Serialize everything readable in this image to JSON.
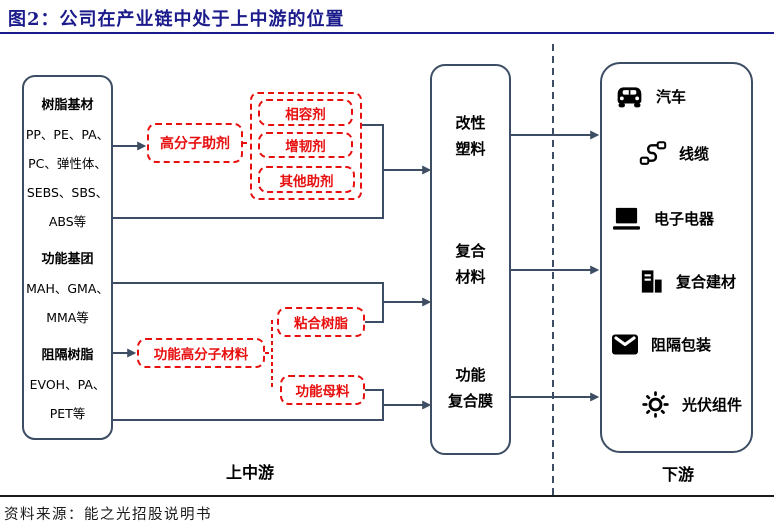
{
  "title": "图2：公司在产业链中处于上中游的位置",
  "colors": {
    "title_navy": "#1B1B8C",
    "diagram_line": "#3D4D63",
    "highlight_red": "#E80F0F"
  },
  "upstream_box": {
    "groups": [
      {
        "title": "树脂基材",
        "lines": [
          "PP、PE、PA、",
          "PC、弹性体、",
          "SEBS、SBS、",
          "ABS等"
        ]
      },
      {
        "title": "功能基团",
        "lines": [
          "MAH、GMA、",
          "MMA等"
        ]
      },
      {
        "title": "阻隔树脂",
        "lines": [
          "EVOH、PA、",
          "PET等"
        ]
      }
    ]
  },
  "process_nodes": {
    "polymer_additive": "高分子助剂",
    "additive_types": [
      "相容剂",
      "增韧剂",
      "其他助剂"
    ],
    "functional_polymer": "功能高分子材料",
    "adhesive_resin": "粘合树脂",
    "functional_masterbatch": "功能母料"
  },
  "products_box": {
    "items": [
      {
        "line1": "改性",
        "line2": "塑料"
      },
      {
        "line1": "复合",
        "line2": "材料"
      },
      {
        "line1": "功能",
        "line2": "复合膜"
      }
    ]
  },
  "downstream_box": {
    "items": [
      {
        "icon": "car-icon",
        "label": "汽车"
      },
      {
        "icon": "cable-icon",
        "label": "线缆"
      },
      {
        "icon": "laptop-icon",
        "label": "电子电器"
      },
      {
        "icon": "building-icon",
        "label": "复合建材"
      },
      {
        "icon": "package-icon",
        "label": "阻隔包装"
      },
      {
        "icon": "sun-icon",
        "label": "光伏组件"
      }
    ]
  },
  "section_labels": {
    "upstream": "上中游",
    "downstream": "下游"
  },
  "source": "资料来源：能之光招股说明书"
}
